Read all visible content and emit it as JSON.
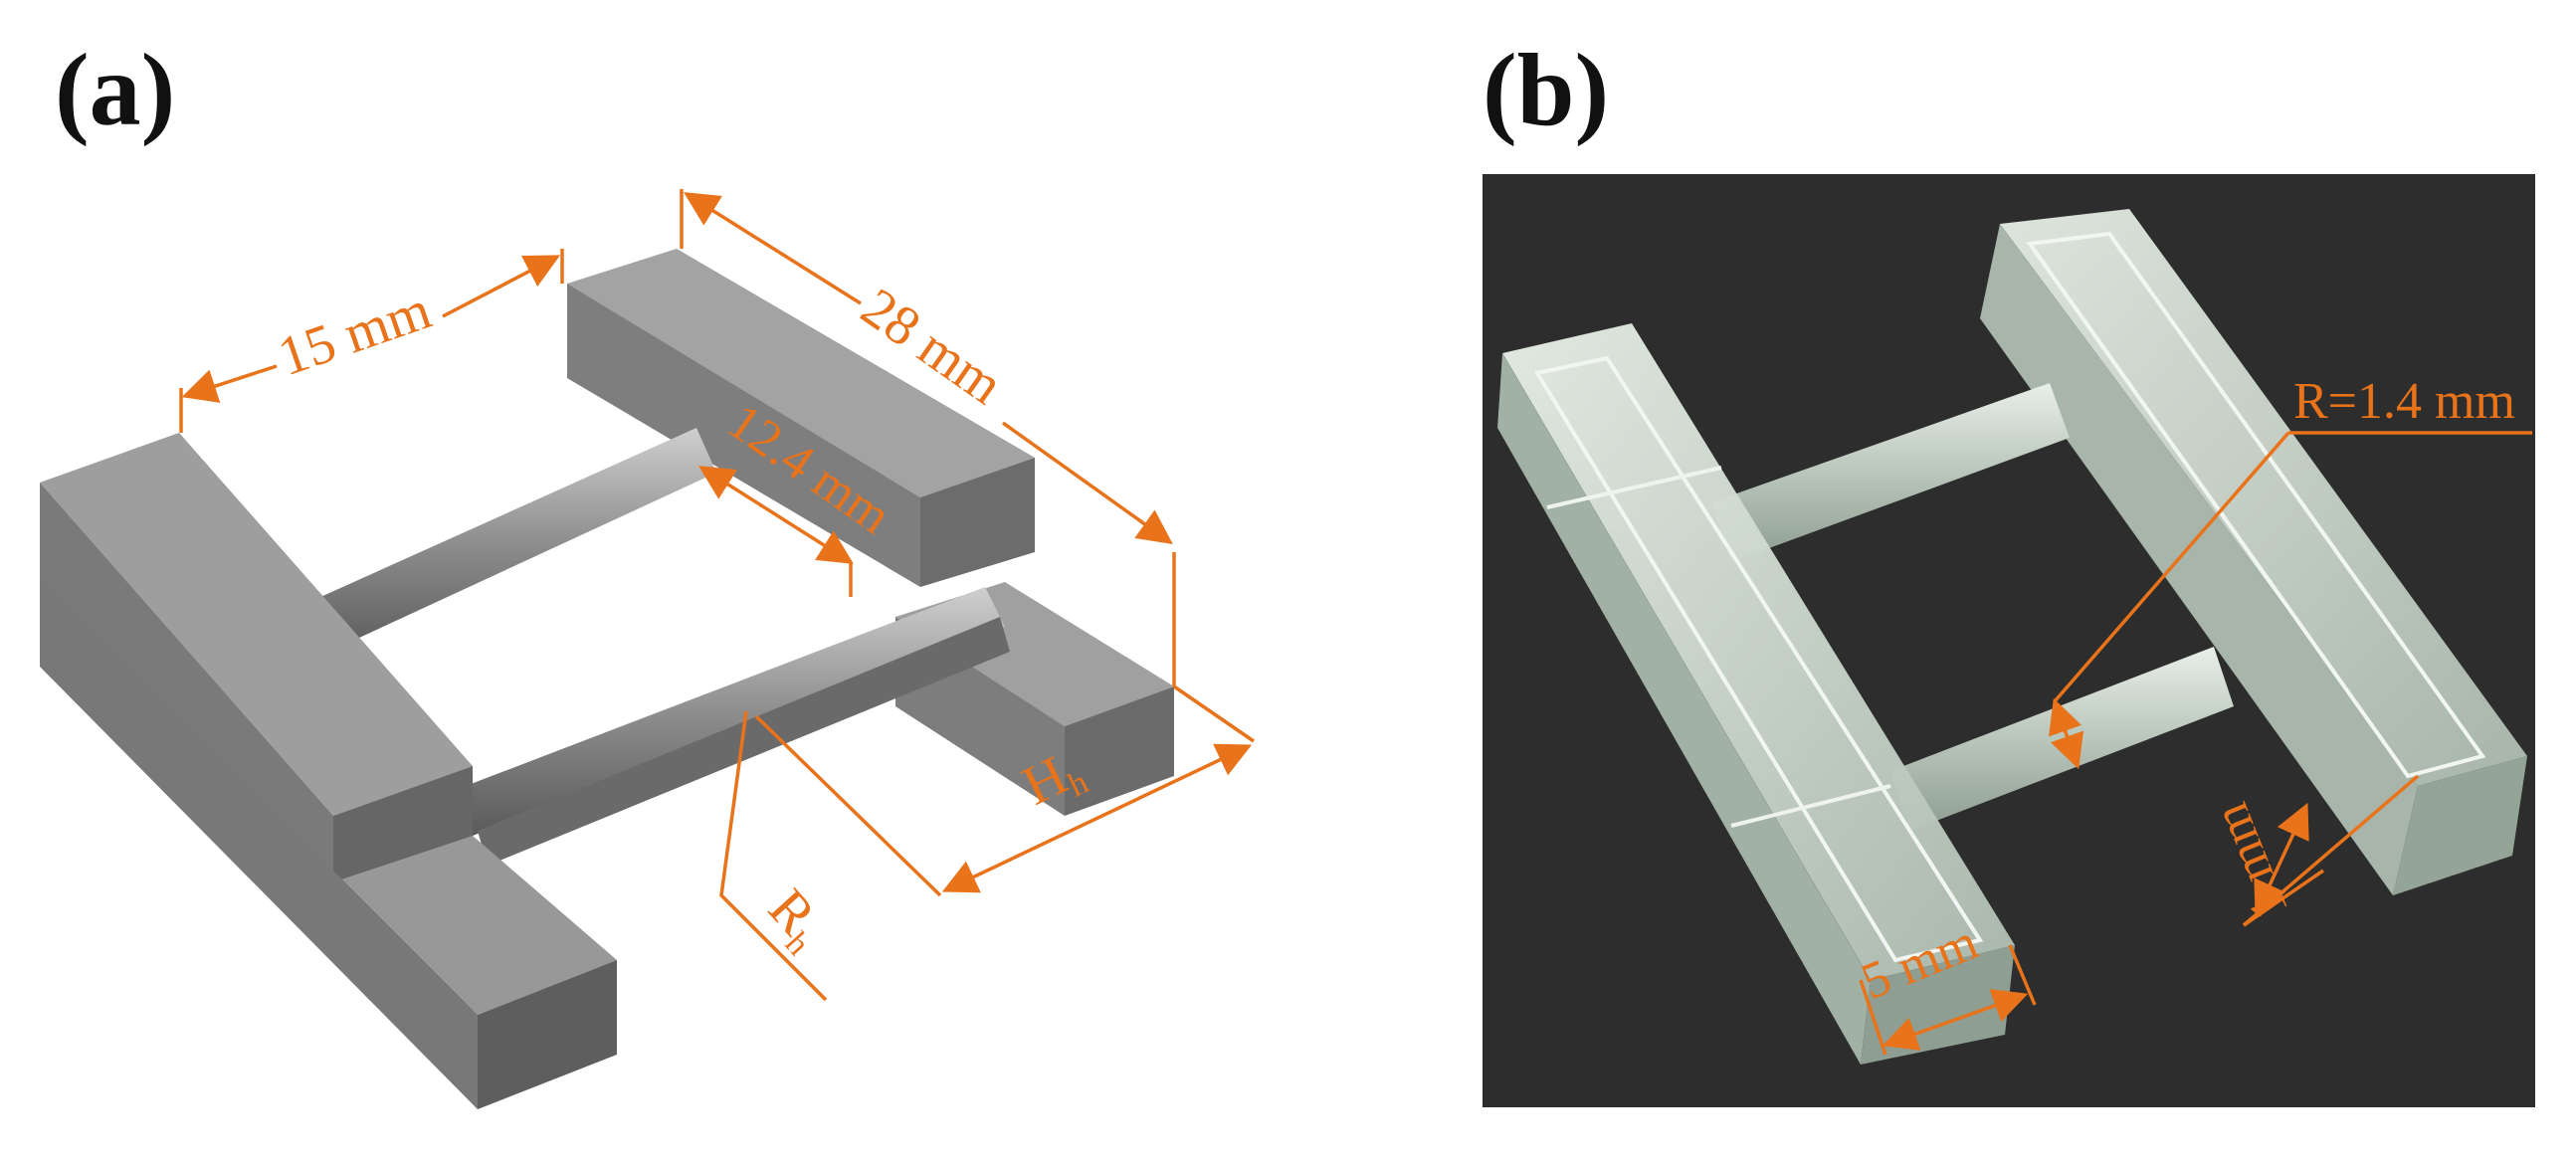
{
  "panels": {
    "a": {
      "label": "(a)"
    },
    "b": {
      "label": "(b)"
    }
  },
  "annotations": {
    "a": {
      "width": "15 mm",
      "length": "28 mm",
      "channel_length": "12.4 mm",
      "height_symbol": "H",
      "height_subscript": "h",
      "radius_symbol": "R",
      "radius_subscript": "h"
    },
    "b": {
      "radius": "R=1.4 mm",
      "wall": "5 mm",
      "depth": "1 mm"
    }
  },
  "colors": {
    "annotation": "#e8731a",
    "model_top": "#9a9a9a",
    "model_side": "#7b7b7b",
    "model_dark": "#5e5e5e",
    "photo_background": "#2b2c2b",
    "resin": "#cfd9d0"
  }
}
